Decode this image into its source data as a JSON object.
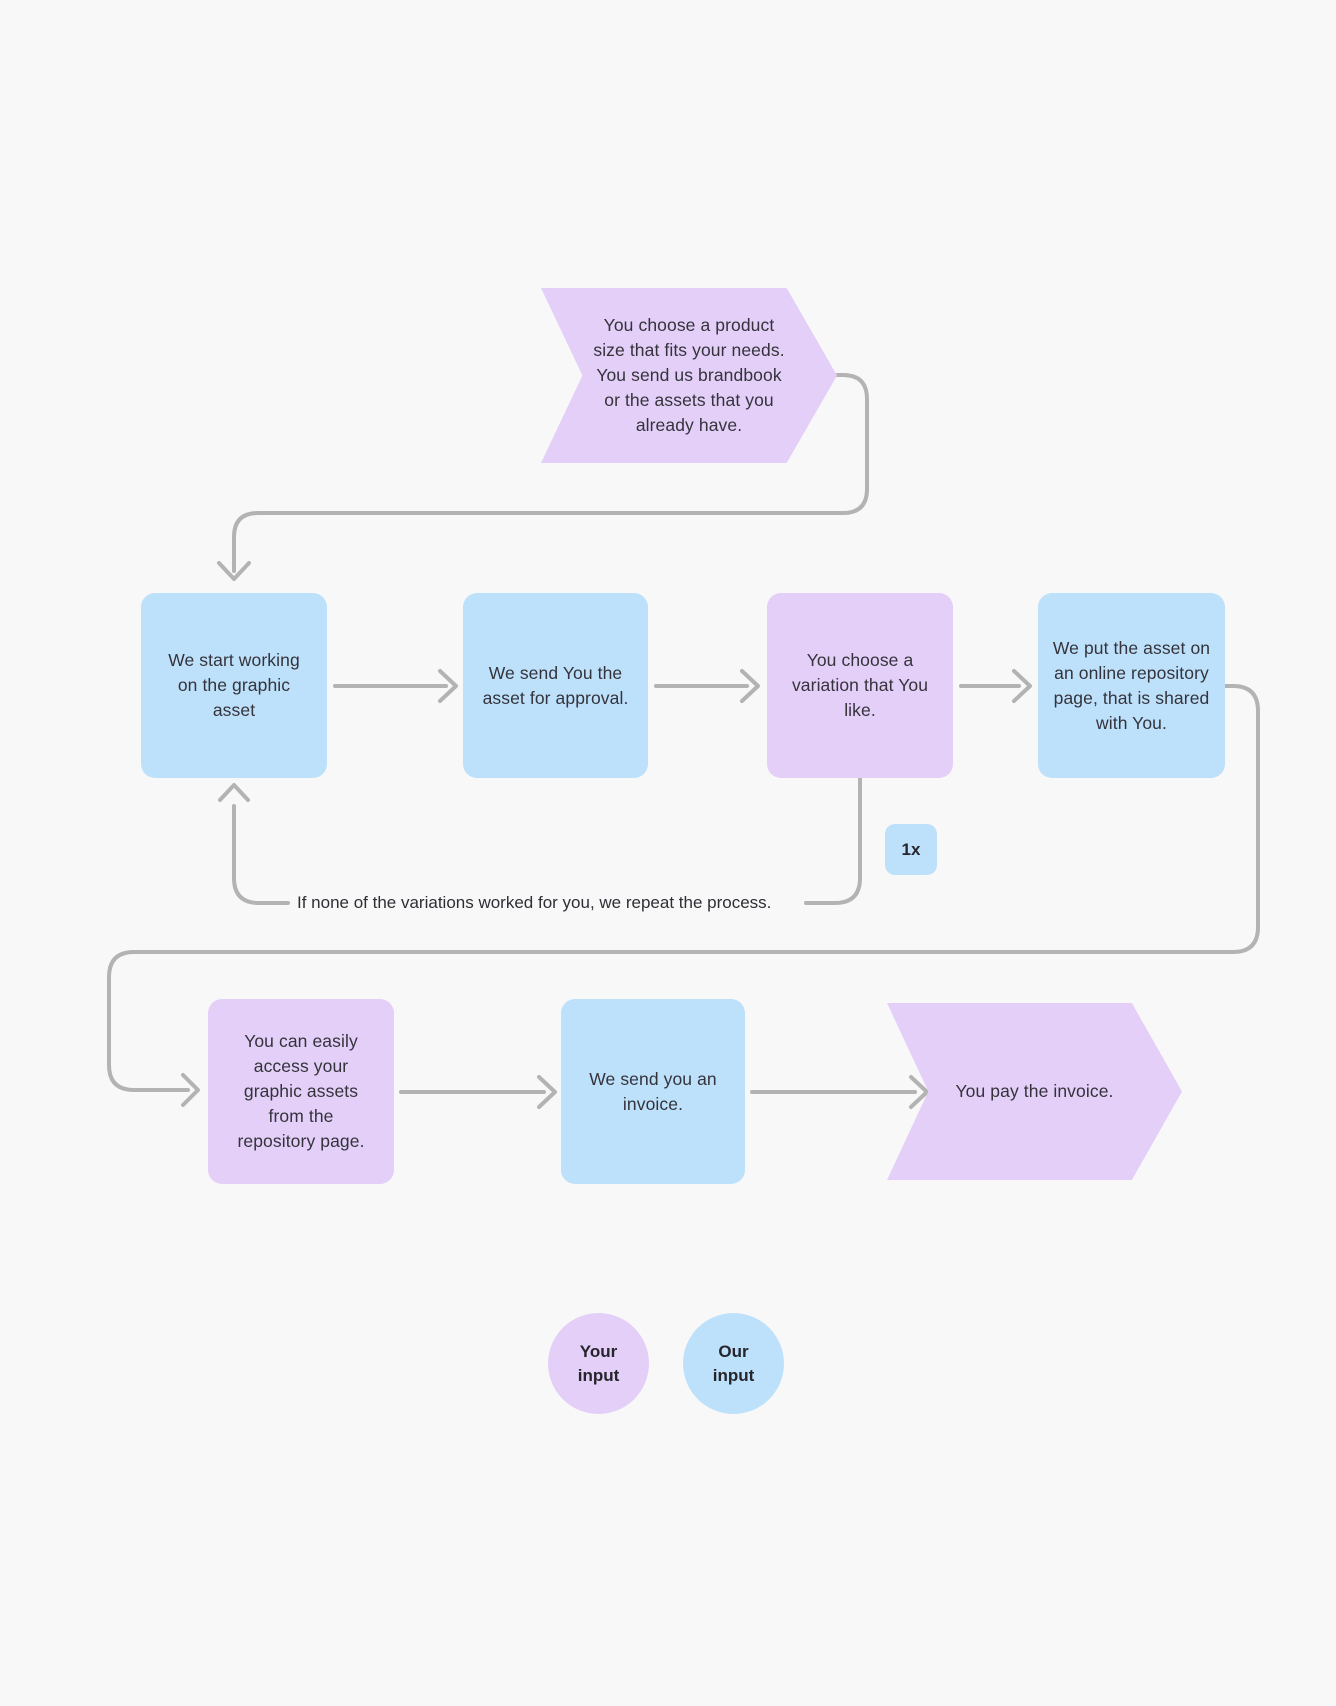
{
  "colors": {
    "background": "#f8f8f8",
    "our_blue": "#bee1fb",
    "your_purple": "#e3cff8",
    "connector": "#b3b3b3",
    "text_dark": "#34333b"
  },
  "diagram": {
    "start_chevron": {
      "kind": "your-input",
      "text": "You choose a product size that fits your needs. You send us brandbook or the assets that you already have."
    },
    "row1": [
      {
        "id": "start-working",
        "kind": "our-input",
        "text": "We start working on the graphic asset"
      },
      {
        "id": "send-approval",
        "kind": "our-input",
        "text": "We send You the asset for approval."
      },
      {
        "id": "choose-variation",
        "kind": "your-input",
        "text": "You choose a variation that You like."
      },
      {
        "id": "repository",
        "kind": "our-input",
        "text": "We put the asset on an online repository page, that is shared with You."
      }
    ],
    "repeat_badge": "1x",
    "repeat_note": "If none of the variations worked for you, we repeat the process.",
    "row2": [
      {
        "id": "access-assets",
        "kind": "your-input",
        "text": "You can easily access your graphic assets from the repository page."
      },
      {
        "id": "send-invoice",
        "kind": "our-input",
        "text": "We send you an invoice."
      }
    ],
    "end_chevron": {
      "kind": "your-input",
      "text": "You pay the invoice."
    },
    "legend": [
      {
        "id": "your-input",
        "label": "Your input",
        "color": "#e3cff8"
      },
      {
        "id": "our-input",
        "label": "Our input",
        "color": "#bee1fb"
      }
    ]
  }
}
